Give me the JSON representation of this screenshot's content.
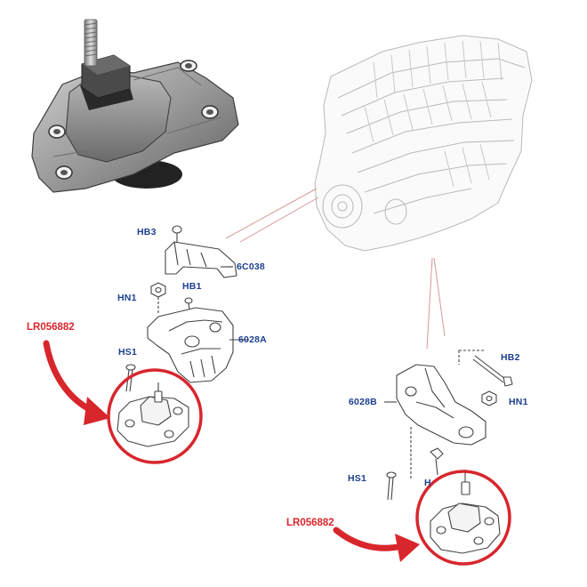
{
  "diagram": {
    "part_number_label_left": "LR056882",
    "part_number_label_right": "LR056882",
    "labels": {
      "hb3": "HB3",
      "c6038": "6C038",
      "hn1_left": "HN1",
      "hb1": "HB1",
      "b6028a": "6028A",
      "hs1_left": "HS1",
      "hb2": "HB2",
      "b6028b": "6028B",
      "hn1_right": "HN1",
      "hs1_right": "HS1",
      "h_right": "H"
    },
    "colors": {
      "highlight": "#d8262d",
      "callout_text": "#1c3f8f",
      "line_art": "#444444",
      "leader_line": "#d89a9a"
    }
  }
}
